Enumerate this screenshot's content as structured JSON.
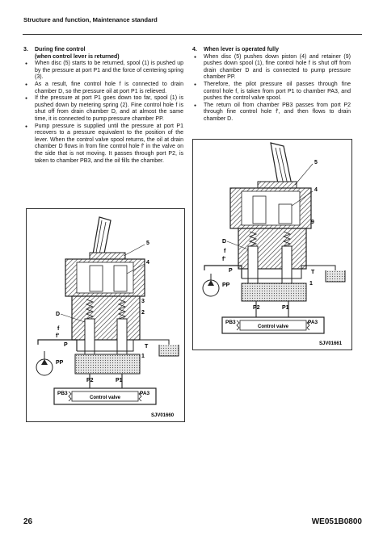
{
  "header": {
    "title": "Structure and function, Maintenance standard"
  },
  "left_column": {
    "number": "3.",
    "heading": "During fine control",
    "subheading": "(when control lever is returned)",
    "bullets": [
      "When disc (5) starts to be returned, spool (1) is pushed up by the pressure at port P1 and the force of centering spring (3).",
      "As a result, fine control hole f is connected to drain chamber D, so the pressure oil at port P1 is relieved.",
      "If the pressure at port P1 goes down too far, spool (1) is pushed down by metering spring (2). Fine control hole f is shut off from drain chamber D, and at almost the same time, it is connected to pump pressure chamber PP.",
      "Pump pressure is supplied until the pressure at port P1 recovers to a pressure equivalent to the position of the lever. When the control valve spool returns, the oil at drain chamber D flows in from fine control hole f' in the valve on the side that is not moving. It passes through port P2, is taken to chamber PB3, and the oil fills the chamber."
    ]
  },
  "right_column": {
    "number": "4.",
    "heading": "When lever is operated fully",
    "bullets": [
      "When disc (5) pushes down piston (4) and retainer (9) pushes down spool (1), fine control hole f is shut off from drain chamber D and is connected to pump pressure chamber PP.",
      "Therefore, the pilot pressure oil passes through fine control hole f, is taken from port P1 to chamber PA3, and pushes the control valve spool.",
      "The return oil from chamber PB3 passes from port P2 through fine control hole f', and then flows to drain chamber D."
    ]
  },
  "figure_left": {
    "code": "SJV01660",
    "valve_label": "Control valve",
    "labels": {
      "n5": "5",
      "n4": "4",
      "n3": "3",
      "n2": "2",
      "n1": "1",
      "D": "D",
      "f": "f",
      "fp": "f'",
      "PP": "PP",
      "P": "P",
      "T": "T",
      "P1": "P1",
      "P2": "P2",
      "PB3": "PB3",
      "PA3": "PA3"
    }
  },
  "figure_right": {
    "code": "SJV01661",
    "valve_label": "Control valve",
    "labels": {
      "n5": "5",
      "n4": "4",
      "n9": "9",
      "n1": "1",
      "D": "D",
      "f": "f",
      "fp": "f'",
      "PP": "PP",
      "P": "P",
      "T": "T",
      "P1": "P1",
      "P2": "P2",
      "PB3": "PB3",
      "PA3": "PA3"
    }
  },
  "footer": {
    "page_number": "26",
    "doc_code": "WE051B0800"
  }
}
